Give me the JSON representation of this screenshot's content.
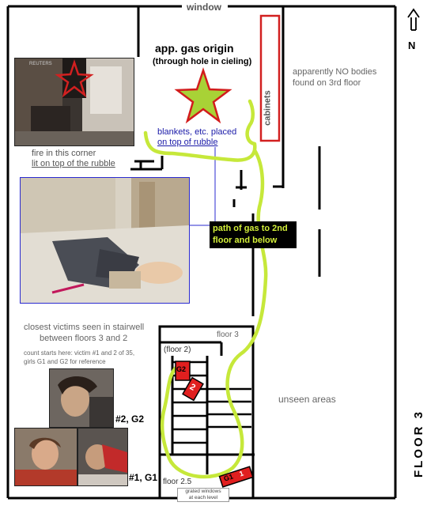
{
  "labels": {
    "window_top": "window",
    "origin_title": "app. gas origin",
    "origin_sub": "(through hole in cieling)",
    "no_bodies_1": "apparently NO bodies",
    "no_bodies_2": "found on 3rd floor",
    "cabinets": "cabinets",
    "fire_1": "fire in this corner",
    "fire_2": "lit on top of the rubble",
    "blankets_1": "blankets, etc. placed",
    "blankets_2": "on top of rubble",
    "path_1": "path of gas to 2nd",
    "path_2": "floor and below",
    "victims_1": "closest victims seen in stairwell",
    "victims_2": "between floors 3 and 2",
    "count_1": "count starts here: victim #1 and 2 of 35,",
    "count_2": "girls G1 and G2 for reference",
    "floor3_label": "floor 3",
    "floor2_label": "(floor 2)",
    "floor25_label": "floor 2.5",
    "unseen": "unseen areas",
    "grated_1": "grated windows",
    "grated_2": "at each level",
    "victim_2_label": "#2, G2",
    "victim_1_label": "#1, G1",
    "tag_g2": "G2",
    "tag_2": "2",
    "tag_g1": "G1",
    "tag_1": "1",
    "watermark": "REUTERS",
    "compass_n": "N",
    "floor_title": "FLOOR 3"
  },
  "colors": {
    "gas_path": "#c6e83a",
    "origin_star": "#a8d236",
    "star_outline": "#d21c1c",
    "cabinet_outline": "#d22020",
    "blankets_text": "#1a1aa8",
    "annotation_line": "#2a2ad0",
    "label_gray": "#555555",
    "path_label_bg": "#000000",
    "path_label_text": "#d4f03a",
    "victim_tag": "#e11f1f"
  },
  "icons": {
    "compass": "north-arrow-icon",
    "origin": "star-icon"
  }
}
